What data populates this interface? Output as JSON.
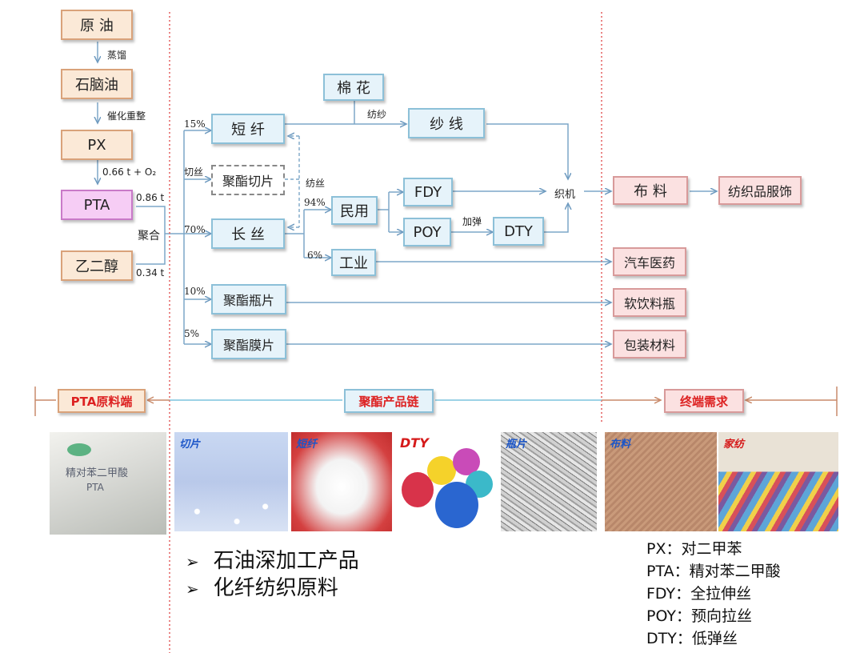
{
  "left_chain": {
    "crude_oil": "原 油",
    "distill": "蒸馏",
    "naphtha": "石脑油",
    "reforming": "催化重整",
    "px": "PX",
    "px_reaction": "0.66 t + O₂",
    "pta": "PTA",
    "pta_ratio": "0.86 t",
    "polymerize": "聚合",
    "meg": "乙二醇",
    "meg_ratio": "0.34 t"
  },
  "middle": {
    "staple_pct": "15%",
    "staple": "短 纤",
    "chip_cut": "切丝",
    "polyester_chip": "聚酯切片",
    "spinning": "纺丝",
    "filament_pct": "70%",
    "filament": "长 丝",
    "civil_pct": "94%",
    "civil": "民用",
    "industrial_pct": "6%",
    "industrial": "工业",
    "cotton": "棉 花",
    "yarn_spin": "纺纱",
    "yarn": "纱 线",
    "fdy": "FDY",
    "poy": "POY",
    "texturing": "加弹",
    "dty": "DTY",
    "weaving": "织机",
    "bottle_pct": "10%",
    "bottle_chip": "聚酯瓶片",
    "film_pct": "5%",
    "film_chip": "聚酯膜片"
  },
  "right": {
    "fabric": "布 料",
    "apparel": "纺织品服饰",
    "auto_medical": "汽车医药",
    "soft_drink": "软饮料瓶",
    "packaging": "包装材料"
  },
  "sections": {
    "pta_raw": "PTA原料端",
    "polyester_chain": "聚酯产品链",
    "end_demand": "终端需求"
  },
  "photos": {
    "chip": "切片",
    "staple": "短纤",
    "dty": "DTY",
    "bottle": "瓶片",
    "fabric": "布料",
    "home_textile": "家纺",
    "bag_text": "精对苯二甲酸",
    "bag_sub": "PTA"
  },
  "bullets": [
    "石油深加工产品",
    "化纤纺织原料"
  ],
  "glossary": [
    "PX：对二甲苯",
    "PTA：精对苯二甲酸",
    "FDY：全拉伸丝",
    "POY：预向拉丝",
    "DTY：低弹丝"
  ],
  "colors": {
    "flow_line": "#7da7c8",
    "divider": "#e05050",
    "section_text": "#d22222",
    "photo_caption": "#1c56c8"
  }
}
